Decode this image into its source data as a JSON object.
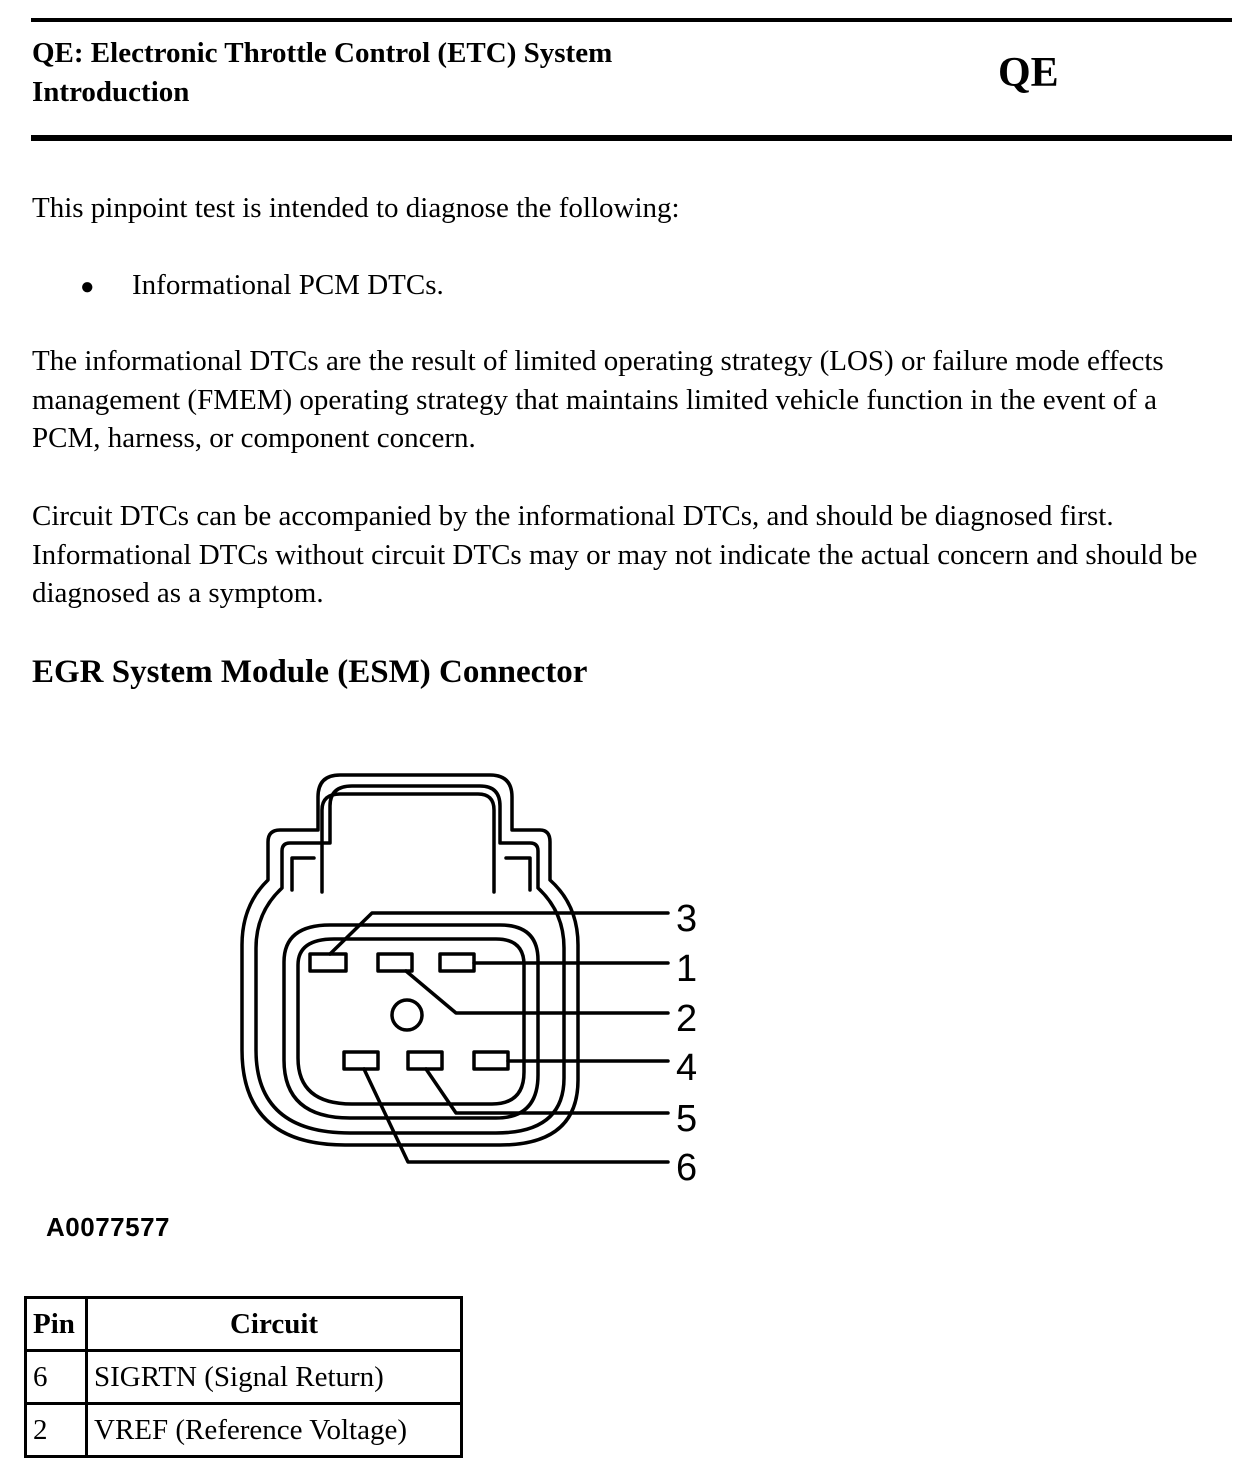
{
  "header": {
    "title_line1": "QE: Electronic Throttle Control (ETC) System",
    "title_line2": "Introduction",
    "code": "QE"
  },
  "intro": "This pinpoint test is intended to diagnose the following:",
  "bullets": [
    "Informational PCM DTCs."
  ],
  "paragraphs": {
    "informational": "The informational DTCs are the result of limited operating strategy (LOS) or failure mode effects management (FMEM) operating strategy that maintains limited vehicle function in the event of a PCM, harness, or component concern.",
    "circuit": "Circuit DTCs can be accompanied by the informational DTCs, and should be diagnosed first. Informational DTCs without circuit DTCs may or may not indicate the actual concern and should be diagnosed as a symptom."
  },
  "section_title": "EGR System Module (ESM) Connector",
  "diagram": {
    "pin_labels": [
      "3",
      "1",
      "2",
      "4",
      "5",
      "6"
    ],
    "figure_id": "A0077577"
  },
  "pin_table": {
    "headers": [
      "Pin",
      "Circuit"
    ],
    "rows": [
      {
        "pin": "6",
        "circuit": "SIGRTN (Signal Return)"
      },
      {
        "pin": "2",
        "circuit": "VREF (Reference Voltage)"
      }
    ]
  }
}
